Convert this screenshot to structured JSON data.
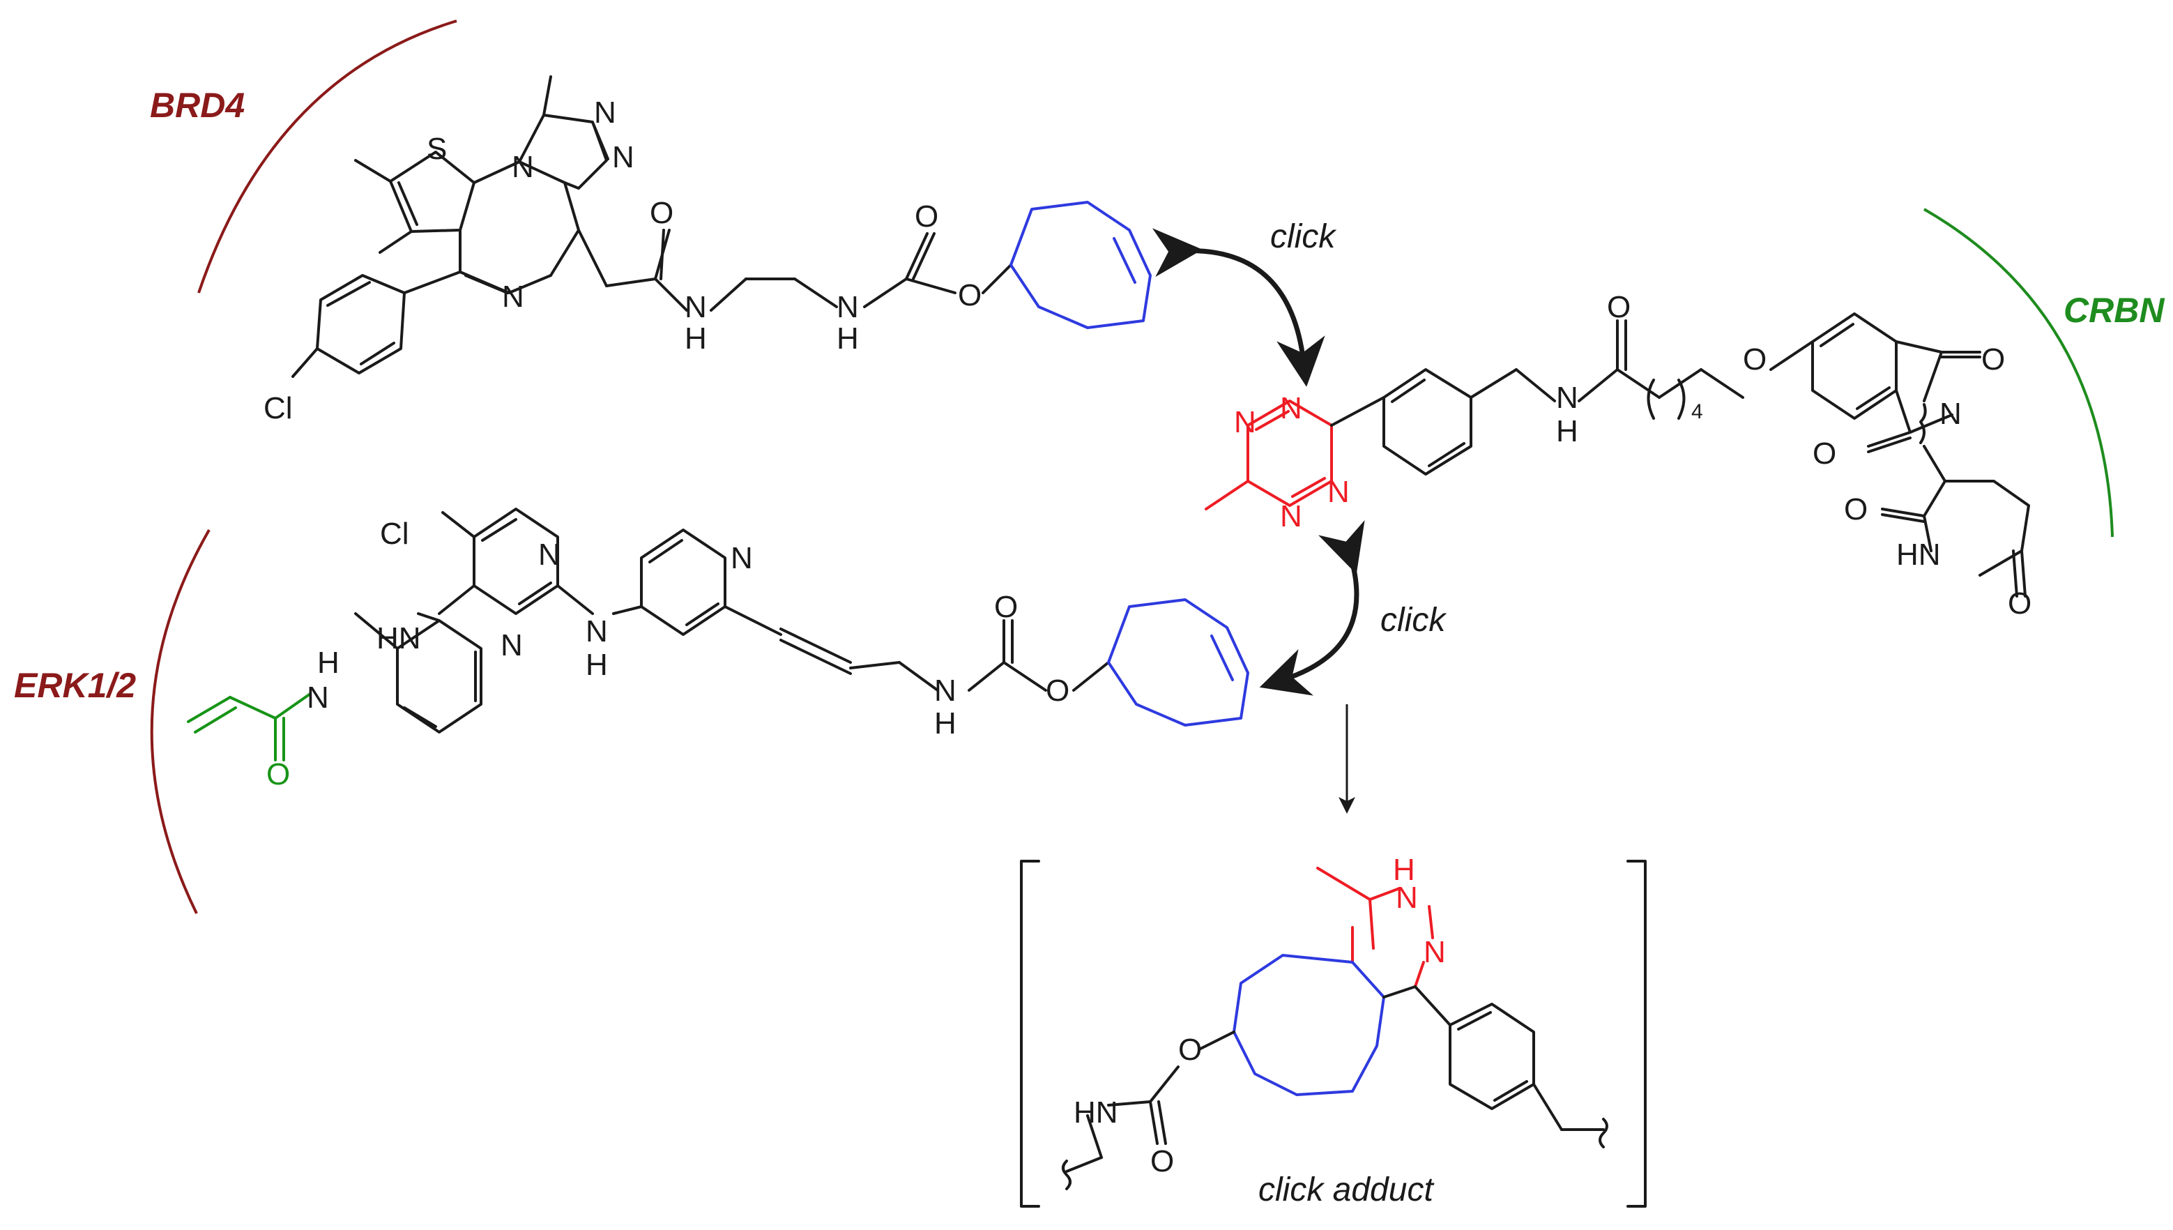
{
  "labels": {
    "brd4": "BRD4",
    "erk": "ERK1/2",
    "crbn": "CRBN",
    "click_top": "click",
    "click_bottom": "click",
    "adduct": "click adduct"
  },
  "atoms": {
    "S": "S",
    "N": "N",
    "H": "H",
    "O": "O",
    "Cl": "Cl",
    "NH": "NH",
    "HN": "HN",
    "chain_n": "4"
  },
  "colors": {
    "black": "#1a1a1a",
    "tetrazine_red": "#ee1c24",
    "tco_blue": "#2e3adf",
    "acrylamide_green": "#179417",
    "target_darkred": "#8b1a1a",
    "crbn_green": "#1e8c1e"
  }
}
